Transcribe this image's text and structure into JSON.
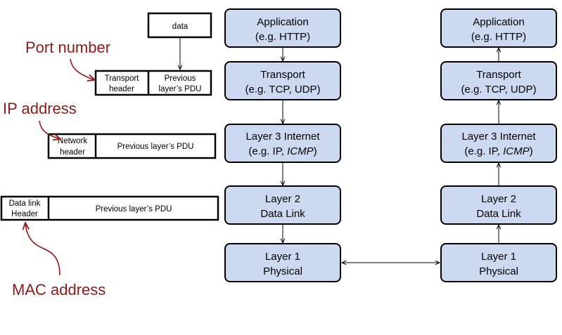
{
  "stacks": {
    "left": [
      {
        "name": "Application",
        "detail": "(e.g. HTTP)"
      },
      {
        "name": "Transport",
        "detail": "(e.g. TCP, UDP)"
      },
      {
        "name": "Layer 3  Internet",
        "detail_prefix": "(e.g. IP, ",
        "detail_italic": "ICMP",
        "detail_suffix": ")"
      },
      {
        "name": "Layer 2",
        "detail": "Data Link"
      },
      {
        "name": "Layer 1",
        "detail": "Physical"
      }
    ],
    "right": [
      {
        "name": "Application",
        "detail": "(e.g. HTTP)"
      },
      {
        "name": "Transport",
        "detail": "(e.g. TCP, UDP)"
      },
      {
        "name": "Layer 3  Internet",
        "detail_prefix": "(e.g. IP, ",
        "detail_italic": "ICMP",
        "detail_suffix": ")"
      },
      {
        "name": "Layer 2",
        "detail": "Data Link"
      },
      {
        "name": "Layer 1",
        "detail": "Physical"
      }
    ]
  },
  "encapsulation": {
    "data": "data",
    "transport": {
      "header": [
        "Transport",
        "header"
      ],
      "payload": [
        "Previous",
        "layer’s PDU"
      ]
    },
    "network": {
      "header": [
        "Network",
        "header"
      ],
      "payload": [
        "Previous layer’s PDU"
      ]
    },
    "datalink": {
      "header": [
        "Data link",
        "Header"
      ],
      "payload": [
        "Previous layer’s  PDU"
      ]
    }
  },
  "annotations": {
    "port": "Port number",
    "ip": "IP address",
    "mac": "MAC address"
  },
  "colors": {
    "layer_fill": "#cdd9f0",
    "layer_stroke": "#000000",
    "annotation": "#8b1a1a"
  }
}
